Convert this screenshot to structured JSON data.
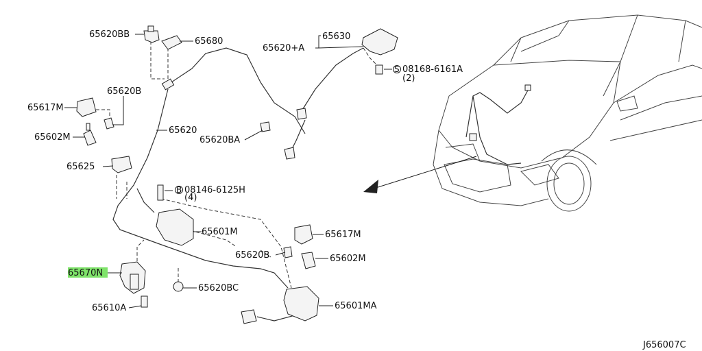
{
  "diagram": {
    "code": "J656007C",
    "labels": {
      "p65620bb": "65620BB",
      "p65680": "65680",
      "p65630": "65630",
      "p65620a": "65620+A",
      "bolt_08168": "08168-6161A",
      "bolt_08168_qty": "(2)",
      "p65617m_top": "65617M",
      "p65620b_top": "65620B",
      "p65620": "65620",
      "p65602m_top": "65602M",
      "p65620ba": "65620BA",
      "p65625": "65625",
      "bolt_08146": "08146-6125H",
      "bolt_08146_qty": "(4)",
      "p65601m": "65601M",
      "p65617m_bot": "65617M",
      "p65620b_bot": "65620B",
      "p65602m_bot": "65602M",
      "p65670n": "65670N",
      "p65620bc": "65620BC",
      "p65601ma": "65601MA",
      "p65610a": "65610A"
    },
    "callout_symbol": "B",
    "highlight_color": "#7fe36a"
  }
}
